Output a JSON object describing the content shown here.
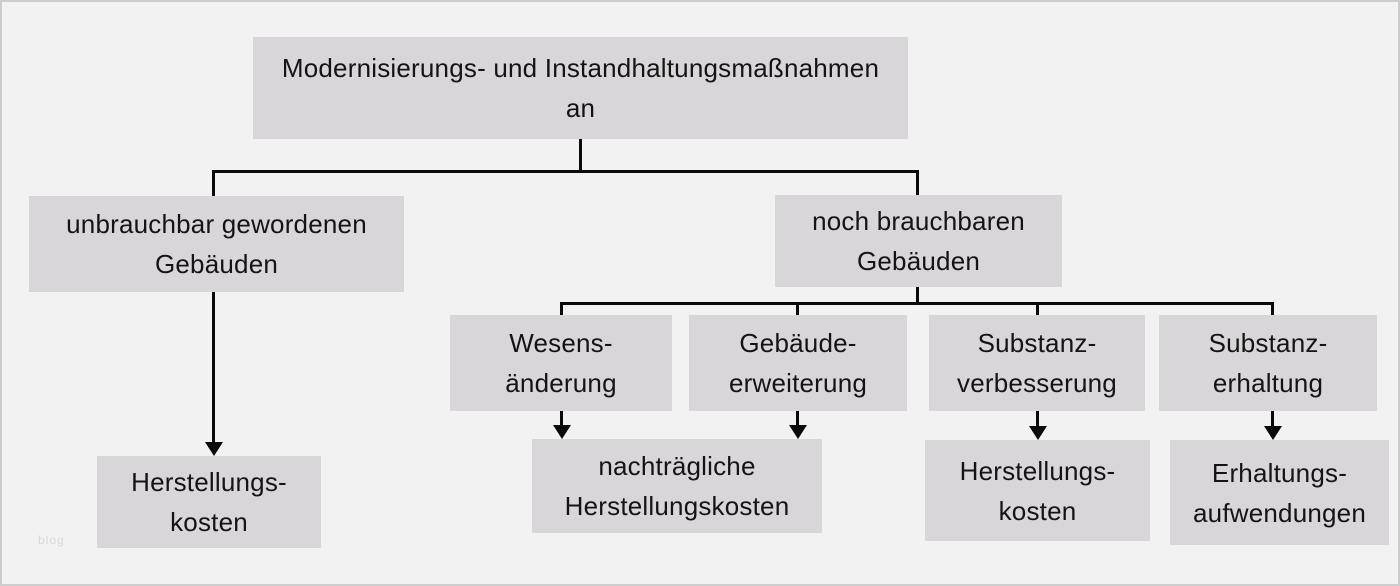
{
  "colors": {
    "bg": "#f3f2f3",
    "box-fill": "#d9d6d9",
    "line": "#0a0a0a",
    "page-border": "#cccccc",
    "text": "#141414",
    "watermark": "#d8d8d8"
  },
  "watermark": "blog",
  "nodes": {
    "root": {
      "line1": "Modernisierungs- und Instandhaltungsmaßnahmen",
      "line2": "an"
    },
    "unusable": {
      "line1": "unbrauchbar gewordenen",
      "line2": "Gebäuden"
    },
    "usable": {
      "line1": "noch brauchbaren",
      "line2": "Gebäuden"
    },
    "wesen": {
      "line1": "Wesens-",
      "line2": "änderung"
    },
    "erweiterung": {
      "line1": "Gebäude-",
      "line2": "erweiterung"
    },
    "verbesserung": {
      "line1": "Substanz-",
      "line2": "verbesserung"
    },
    "erhaltung": {
      "line1": "Substanz-",
      "line2": "erhaltung"
    },
    "hk_left": {
      "line1": "Herstellungs-",
      "line2": "kosten"
    },
    "nhk": {
      "line1": "nachträgliche",
      "line2": "Herstellungskosten"
    },
    "hk_right": {
      "line1": "Herstellungs-",
      "line2": "kosten"
    },
    "aufwendungen": {
      "line1": "Erhaltungs-",
      "line2": "aufwendungen"
    }
  }
}
